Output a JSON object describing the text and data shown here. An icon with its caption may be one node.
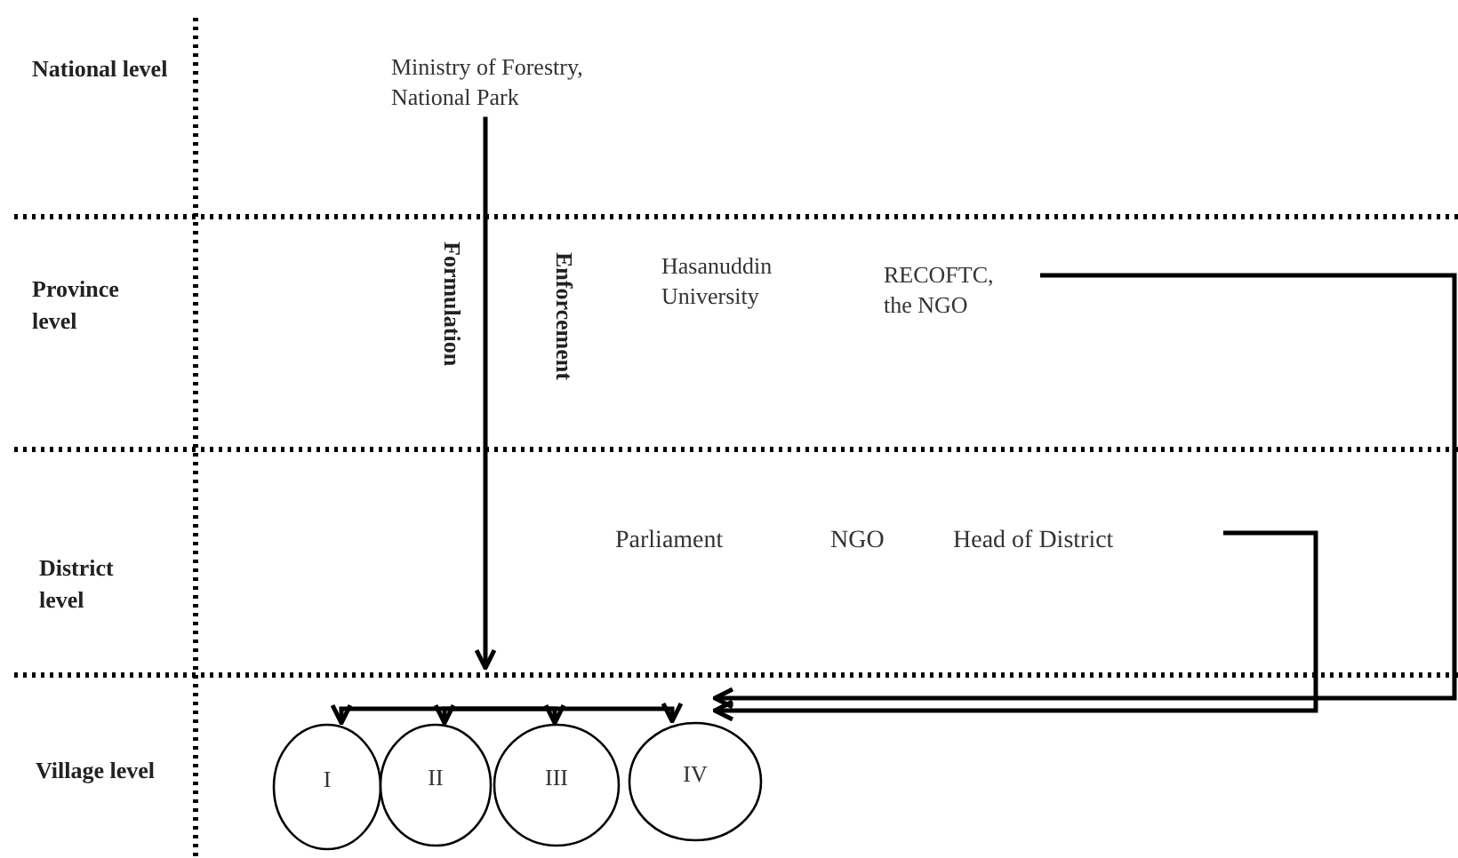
{
  "diagram": {
    "nodes": [
      {
        "text": [
          "Ministry of Forestry, National Park"
        ]
      },
      {
        "text": [
          "Hasanuddin University"
        ]
      },
      {
        "text": [
          "RECOFTC, the NGO"
        ]
      },
      {
        "text": [
          "Parliament"
        ]
      },
      {
        "text": [
          "NGO"
        ]
      },
      {
        "text": [
          "Head of District"
        ]
      },
      {
        "text": [
          "I"
        ]
      },
      {
        "text": [
          "II"
        ]
      },
      {
        "text": [
          "III"
        ]
      },
      {
        "text": [
          "IV"
        ]
      }
    ],
    "edges": [
      {
        "from": 0,
        "to": null,
        "arrow": "to"
      },
      {
        "from": null,
        "to": 6,
        "arrow": "to"
      },
      {
        "from": null,
        "to": 7,
        "arrow": "to"
      },
      {
        "from": null,
        "to": 8,
        "arrow": "to"
      },
      {
        "from": null,
        "to": 9,
        "arrow": "to"
      },
      {
        "from": 2,
        "to": 9,
        "arrow": "to"
      },
      {
        "from": 5,
        "to": 9,
        "arrow": "to"
      }
    ],
    "labels": [
      "National level",
      "Province level",
      "Formulation",
      "Enforcement",
      "District level",
      "Village level"
    ]
  }
}
